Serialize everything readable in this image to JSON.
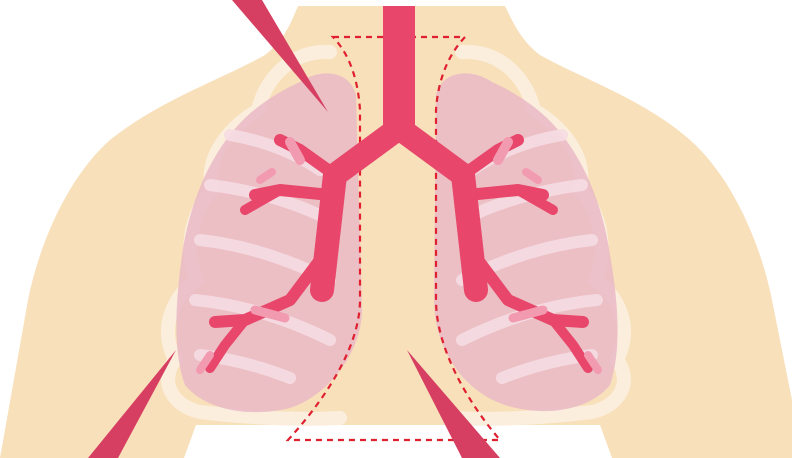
{
  "diagram": {
    "subject": "lungs-anatomy",
    "colors": {
      "skin": "#f8e0bb",
      "ribs": "#fbeedd",
      "lung_fill": "#e9b8c6",
      "airway": "#e8476b",
      "airway_light": "#f29ab0",
      "pointer": "#d63f62",
      "dashed_outline": "#e0202f"
    },
    "pointers": [
      {
        "id": "pointer-top-left",
        "target": "left-lung-apex"
      },
      {
        "id": "pointer-bottom-left",
        "target": "right-lung-base"
      },
      {
        "id": "pointer-bottom-right",
        "target": "mediastinum"
      }
    ]
  }
}
